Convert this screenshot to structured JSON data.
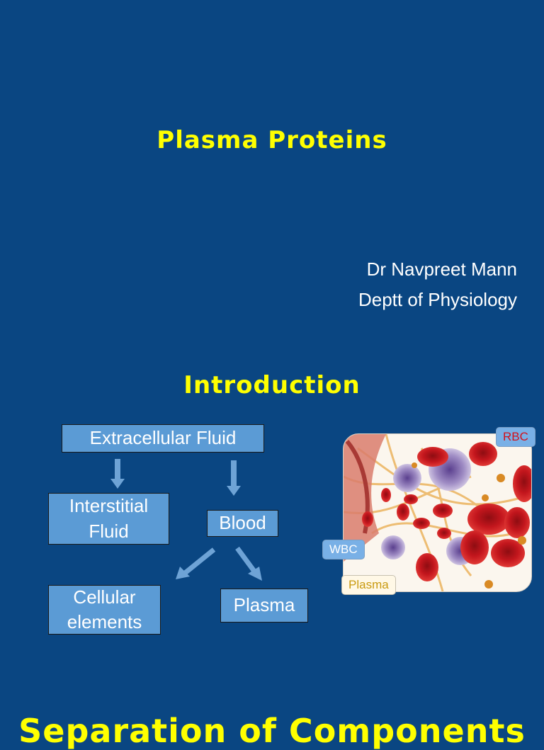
{
  "slide1": {
    "title": "Plasma Proteins",
    "author_name": "Dr Navpreet Mann",
    "author_dept": "Deptt of Physiology"
  },
  "slide2": {
    "title": "Introduction",
    "diagram": {
      "extracellular": "Extracellular Fluid",
      "interstitial_line1": "Interstitial",
      "interstitial_line2": "Fluid",
      "blood": "Blood",
      "cellular_line1": "Cellular",
      "cellular_line2": "elements",
      "plasma": "Plasma"
    },
    "illustration_labels": {
      "rbc": "RBC",
      "wbc": "WBC",
      "plasma": "Plasma"
    }
  },
  "slide3": {
    "title_partial": "Separation of Components"
  },
  "colors": {
    "background": "#0a4682",
    "title": "#ffff00",
    "box": "#5b9bd5"
  }
}
